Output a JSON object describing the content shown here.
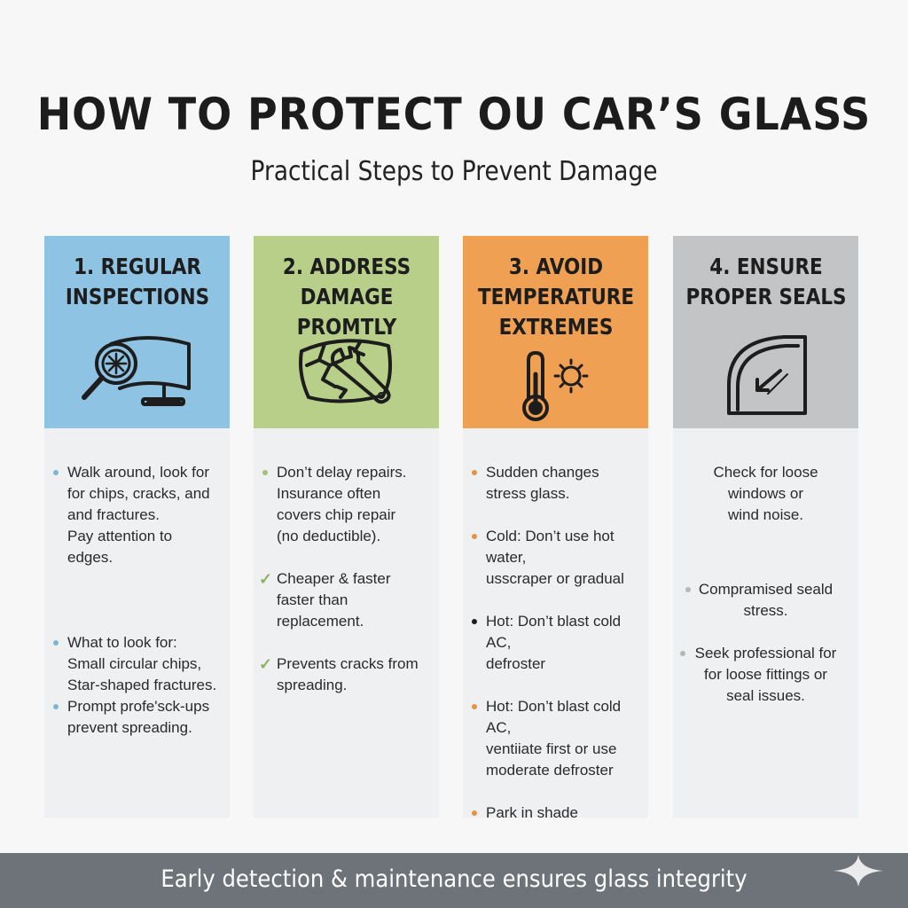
{
  "header": {
    "title": "HOW TO PROTECT OU CAR’S GLASS",
    "subtitle": "Practical Steps to Prevent Damage"
  },
  "cards": [
    {
      "title": "1. REGULAR\nINSPECTIONS",
      "color": "#8ec3e3",
      "bullet_color": "#7fb6d8",
      "icon": "magnifier-windshield-icon",
      "items": [
        {
          "lines": [
            "Walk around, look for",
            "for chips, cracks, and",
            "and fractures.",
            "Pay attention to edges."
          ]
        },
        {
          "lines": [
            "What to look for:",
            "Small circular chips,",
            "Star-shaped fractures."
          ]
        },
        {
          "lines": [
            "Prompt profe'sck-ups",
            "prevent spreading."
          ]
        }
      ]
    },
    {
      "title": "2. ADDRESS\nDAMAGE PROMTLY",
      "color": "#b7cf89",
      "bullet_color": "#a3c177",
      "icon": "cracked-glass-wrench-icon",
      "items": [
        {
          "lines": [
            "Don’t delay repairs.",
            "Insurance often",
            "covers chip repair",
            "(no deductible)."
          ]
        },
        {
          "lines": [
            "Cheaper & faster",
            "faster than",
            "replacement."
          ]
        },
        {
          "lines": [
            "Prevents cracks from",
            "spreading."
          ]
        }
      ]
    },
    {
      "title": "3. AVOID\nTEMPERATURE\nEXTREMES",
      "color": "#f0a052",
      "bullet_color": "#e8913f",
      "icon": "thermometer-sun-icon",
      "items": [
        {
          "lines": [
            "Sudden changes",
            "stress glass."
          ]
        },
        {
          "lines": [
            "Cold: Don’t use hot water,",
            "usscraper or gradual"
          ]
        },
        {
          "lines": [
            "Hot: Don’t blast cold AC,",
            "defroster"
          ]
        },
        {
          "lines": [
            "Hot: Don’t blast cold AC,",
            "ventiiate first or use",
            "moderate defroster"
          ]
        },
        {
          "lines": [
            "Park in shade"
          ]
        }
      ]
    },
    {
      "title": "4. ENSURE\nPROPER SEALS",
      "color": "#c3c4c6",
      "bullet_color": "#b5b6b8",
      "icon": "window-seal-icon",
      "items": [
        {
          "lines": [
            "Check for loose",
            "windows or",
            "wind noise."
          ]
        },
        {
          "lines": [
            "Compramised seald",
            "stress."
          ]
        },
        {
          "lines": [
            "Seek professional for",
            "for loose fittings or",
            "seal issues."
          ]
        }
      ]
    }
  ],
  "footer": {
    "text": "Early detection & maintenance ensures glass integrity",
    "color": "#6d7378",
    "icon": "sparkle-icon"
  }
}
